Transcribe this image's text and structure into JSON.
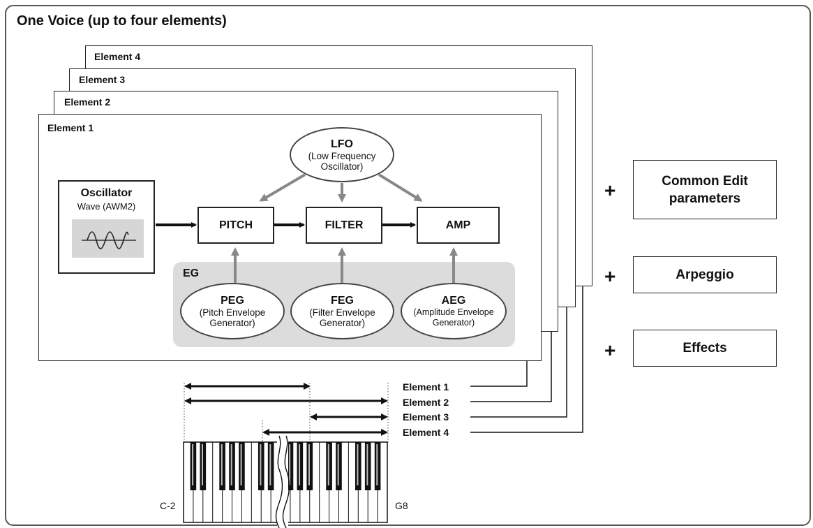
{
  "title": "One Voice (up to four elements)",
  "elements": [
    "Element 1",
    "Element 2",
    "Element 3",
    "Element 4"
  ],
  "oscillator": {
    "title": "Oscillator",
    "wave": "Wave (AWM2)"
  },
  "blocks": {
    "pitch": "PITCH",
    "filter": "FILTER",
    "amp": "AMP"
  },
  "lfo": {
    "title": "LFO",
    "sub": "(Low Frequency\nOscillator)"
  },
  "eg": {
    "label": "EG",
    "peg": {
      "title": "PEG",
      "sub": "(Pitch Envelope\nGenerator)"
    },
    "feg": {
      "title": "FEG",
      "sub": "(Filter Envelope\nGenerator)"
    },
    "aeg": {
      "title": "AEG",
      "sub": "(Amplitude Envelope\nGenerator)"
    }
  },
  "extras": [
    {
      "sign": "+",
      "label": "Common Edit\nparameters"
    },
    {
      "sign": "+",
      "label": "Arpeggio"
    },
    {
      "sign": "+",
      "label": "Effects"
    }
  ],
  "keyboard": {
    "low": "C-2",
    "high": "G8",
    "ranges": [
      "Element 1",
      "Element 2",
      "Element 3",
      "Element 4"
    ]
  }
}
